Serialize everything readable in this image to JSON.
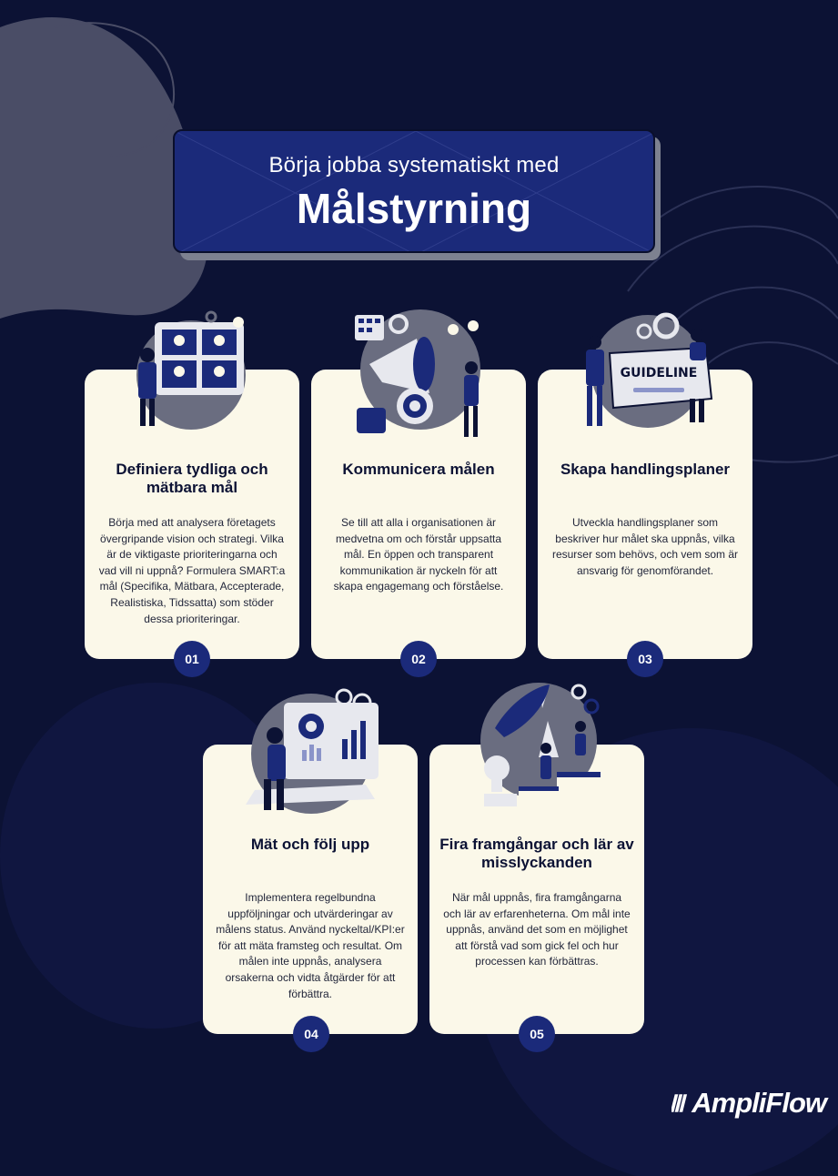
{
  "header": {
    "subtitle": "Börja jobba systematiskt med",
    "title": "Målstyrning"
  },
  "steps": [
    {
      "number": "01",
      "title": "Definiera tydliga och mätbara mål",
      "body": "Börja med att analysera företagets övergripande vision och strategi. Vilka är de viktigaste prioriteringarna och vad vill ni uppnå? Formulera SMART:a mål (Specifika, Mätbara, Accepterade, Realistiska, Tidssatta) som stöder dessa prioriteringar."
    },
    {
      "number": "02",
      "title": "Kommunicera målen",
      "body": "Se till att alla i organisationen är medvetna om och förstår uppsatta mål. En öppen och transparent kommunikation är nyckeln för att skapa engagemang och förståelse."
    },
    {
      "number": "03",
      "title": "Skapa handlingsplaner",
      "body": "Utveckla handlingsplaner som beskriver hur målet ska uppnås, vilka resurser som behövs, och vem som är ansvarig för genomförandet.",
      "illustration_label": "GUIDELINE"
    },
    {
      "number": "04",
      "title": "Mät och följ upp",
      "body": "Implementera regelbundna uppföljningar och utvärderingar av målens status. Använd nyckeltal/KPI:er för att mäta framsteg och resultat. Om målen inte uppnås, analysera orsakerna och vidta åtgärder för att förbättra."
    },
    {
      "number": "05",
      "title": "Fira framgångar och lär av misslyckanden",
      "body": "När mål uppnås, fira framgångarna och lär av erfarenheterna. Om mål inte uppnås, använd det som en möjlighet att förstå vad som gick fel och hur processen kan förbättras."
    }
  ],
  "logo": {
    "text": "AmpliFlow"
  },
  "colors": {
    "background": "#0c1234",
    "accent": "#1b2a7a",
    "card": "#fbf8e9",
    "blob": "#4a4d66"
  }
}
